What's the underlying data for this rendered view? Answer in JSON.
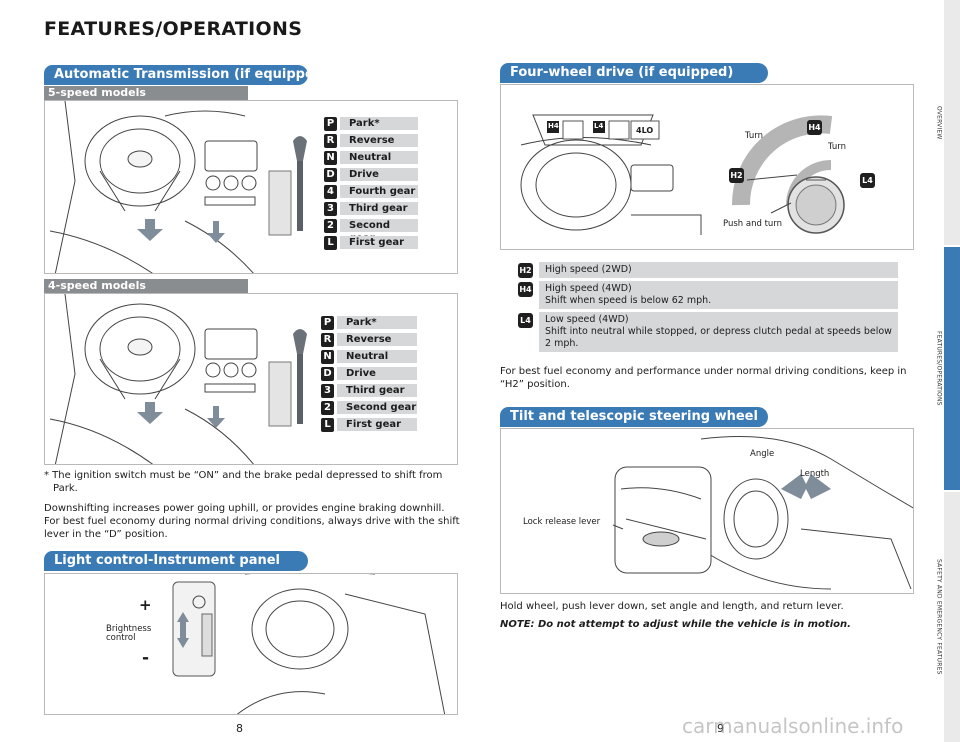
{
  "page_title": "FEATURES/OPERATIONS",
  "auto_trans": {
    "title": "Automatic Transmission (if equipped)",
    "five_speed": {
      "subtitle": "5-speed models",
      "gears": [
        {
          "letter": "P",
          "label": "Park*"
        },
        {
          "letter": "R",
          "label": "Reverse"
        },
        {
          "letter": "N",
          "label": "Neutral"
        },
        {
          "letter": "D",
          "label": "Drive"
        },
        {
          "letter": "4",
          "label": "Fourth gear"
        },
        {
          "letter": "3",
          "label": "Third gear"
        },
        {
          "letter": "2",
          "label": "Second gear"
        },
        {
          "letter": "L",
          "label": "First gear"
        }
      ]
    },
    "four_speed": {
      "subtitle": "4-speed models",
      "gears": [
        {
          "letter": "P",
          "label": "Park*"
        },
        {
          "letter": "R",
          "label": "Reverse"
        },
        {
          "letter": "N",
          "label": "Neutral"
        },
        {
          "letter": "D",
          "label": "Drive"
        },
        {
          "letter": "3",
          "label": "Third gear"
        },
        {
          "letter": "2",
          "label": "Second gear"
        },
        {
          "letter": "L",
          "label": "First gear"
        }
      ]
    },
    "footnote_line1": "* The ignition switch must be “ON” and the brake pedal depressed to shift from",
    "footnote_line2": "Park.",
    "body_line1": "Downshifting increases power going uphill, or provides engine braking downhill.",
    "body_line2": "For best fuel economy during normal driving conditions, always drive with the shift",
    "body_line3": "lever in the “D” position."
  },
  "light_control": {
    "title": "Light control-Instrument panel",
    "plus": "+",
    "minus": "-",
    "brightness_line1": "Brightness",
    "brightness_line2": "control"
  },
  "four_wd": {
    "title": "Four-wheel drive (if equipped)",
    "indicators": [
      "H4",
      "L4",
      "4LO"
    ],
    "dial_labels": {
      "h4": "H4",
      "h2": "H2",
      "l4": "L4",
      "turn_left": "Turn",
      "turn_right": "Turn",
      "push_turn": "Push and turn"
    },
    "modes": [
      {
        "badge": "H2",
        "line1": "High speed (2WD)",
        "line2": ""
      },
      {
        "badge": "H4",
        "line1": "High speed (4WD)",
        "line2": "Shift when speed is below 62 mph."
      },
      {
        "badge": "L4",
        "line1": "Low speed (4WD)",
        "line2": "Shift into neutral while stopped, or depress clutch pedal at speeds below",
        "line3": "2 mph."
      }
    ],
    "body_line1": "For best fuel economy and performance under normal driving conditions, keep in",
    "body_line2": "“H2” position."
  },
  "tilt": {
    "title": "Tilt and telescopic steering wheel",
    "angle": "Angle",
    "length": "Length",
    "lock_release": "Lock release lever",
    "body": "Hold wheel, push lever down, set angle and length, and return lever.",
    "note": "NOTE: Do not attempt to adjust while the vehicle is in motion."
  },
  "side_tabs": [
    "OVERVIEW",
    "FEATURES/OPERATIONS",
    "SAFETY AND EMERGENCY FEATURES"
  ],
  "page_left": "8",
  "page_right": "9",
  "watermark": "carmanualsonline.info",
  "colors": {
    "accent": "#3a7ab5",
    "subbar": "#8a8d90",
    "label_bg": "#d6d7d8"
  }
}
